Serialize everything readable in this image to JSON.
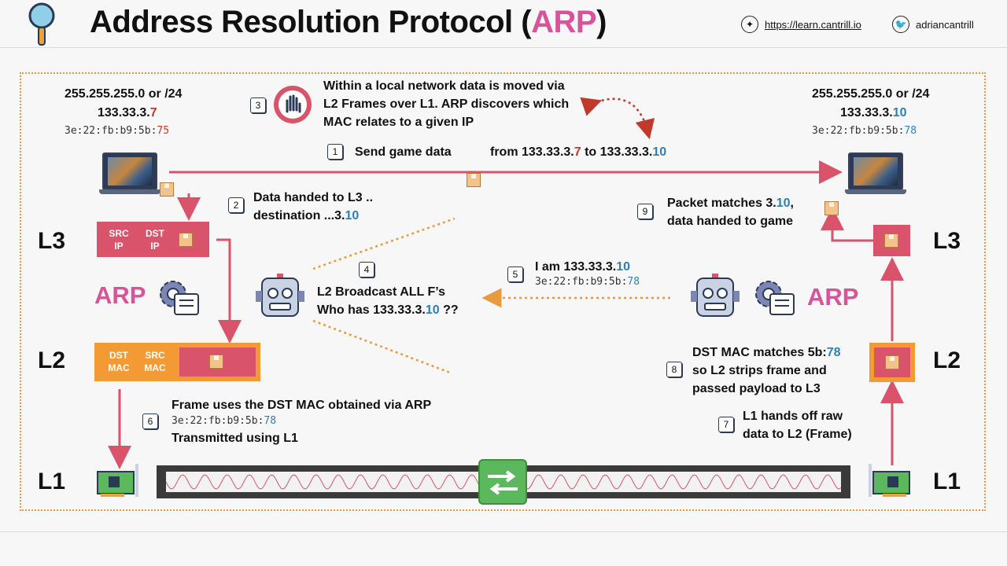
{
  "header": {
    "title_prefix": "Address Resolution Protocol (",
    "title_arp": "ARP",
    "title_suffix": ")",
    "website": "https://learn.cantrill.io",
    "twitter": "adriancantrill"
  },
  "left_host": {
    "mask": "255.255.255.0 or /24",
    "ip_prefix": "133.33.3.",
    "ip_suffix": "7",
    "mac_prefix": "3e:22:fb:b9:5b:",
    "mac_suffix": "75"
  },
  "right_host": {
    "mask": "255.255.255.0 or /24",
    "ip_prefix": "133.33.3.",
    "ip_suffix": "10",
    "mac_prefix": "3e:22:fb:b9:5b:",
    "mac_suffix": "78"
  },
  "steps": {
    "s1": {
      "num": "1",
      "a": "Send game data",
      "b": "from 133.33.3.",
      "c": "7",
      "d": " to 133.33.3.",
      "e": "10"
    },
    "s2": {
      "num": "2",
      "line1": "Data handed to L3 ..",
      "line2a": "destination ...3.",
      "line2b": "10"
    },
    "s3": {
      "num": "3",
      "line1": "Within a local network data is moved via",
      "line2": "L2 Frames over L1. ARP discovers which",
      "line3": "MAC relates to a given IP"
    },
    "s4": {
      "num": "4",
      "line1": "L2 Broadcast ALL F’s",
      "line2a": "Who has 133.33.3.",
      "line2b": "10",
      "line2c": " ??"
    },
    "s5": {
      "num": "5",
      "line1a": "I am 133.33.3.",
      "line1b": "10",
      "mac_prefix": "3e:22:fb:b9:5b:",
      "mac_suffix": "78"
    },
    "s6": {
      "num": "6",
      "line1": "Frame uses the DST MAC obtained via ARP",
      "mac_prefix": "3e:22:fb:b9:5b:",
      "mac_suffix": "78",
      "line3": "Transmitted using L1"
    },
    "s7": {
      "num": "7",
      "line1": "L1 hands off raw",
      "line2": "data to L2 (Frame)"
    },
    "s8": {
      "num": "8",
      "line1a": "DST MAC matches 5b:",
      "line1b": "78",
      "line2": "so L2 strips frame and",
      "line3": "passed payload to L3"
    },
    "s9": {
      "num": "9",
      "line1a": "Packet matches 3.",
      "line1b": "10",
      "line1c": ",",
      "line2": "data handed to game"
    }
  },
  "layers": {
    "l3": "L3",
    "l2": "L2",
    "l1": "L1",
    "arp": "ARP"
  },
  "l3_header": {
    "src": "SRC\nIP",
    "dst": "DST\nIP"
  },
  "l2_header": {
    "dst": "DST\nMAC",
    "src": "SRC\nMAC"
  },
  "colors": {
    "accent_pink": "#d9539a",
    "red": "#c0392b",
    "blue": "#2f7fb5",
    "orange": "#f39a34",
    "arrow_red": "#d9546a",
    "dotted_orange": "#e89a3c",
    "switch_green": "#5cb85c"
  }
}
